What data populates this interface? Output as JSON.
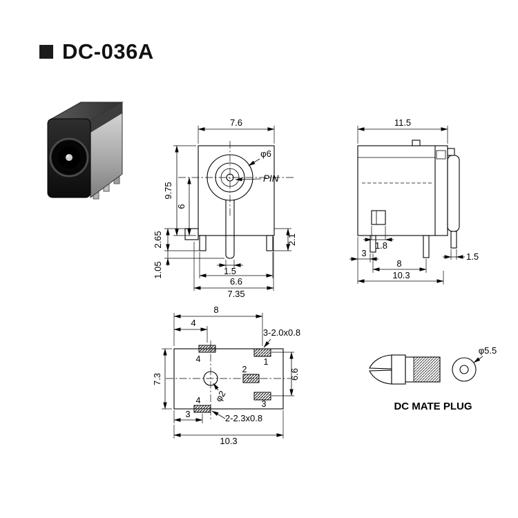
{
  "header": {
    "title": "DC-036A"
  },
  "front_view": {
    "top_width": "7.6",
    "total_height": "9.75",
    "center_height": "6",
    "flange_height": "2.65",
    "leg_height": "1.05",
    "right_step_height": "2.1",
    "pin_width": "1.5",
    "inner_width": "6.6",
    "outer_width": "7.35",
    "barrel_diameter_label": "φ6",
    "pin_label": "PIN"
  },
  "side_view": {
    "top_width": "11.5",
    "contact_width": "1.8",
    "front_leg_offset": "3",
    "leg_pitch": "8",
    "overall_depth": "10.3",
    "shield_leg_width": "1.5"
  },
  "bottom_view": {
    "pad_span": "8",
    "pad_offset": "4",
    "body_depth": "7.3",
    "pin_row_span": "6.6",
    "mount_pad_offset": "3",
    "overall_width": "10.3",
    "center_hole_label": "φ2",
    "signal_holes_note": "3-2.0x0.8",
    "mount_holes_note": "2-2.3x0.8",
    "pin_numbers": {
      "p1": "1",
      "p2": "2",
      "p3": "3",
      "p4_top": "4",
      "p4_bottom": "4"
    }
  },
  "plug_view": {
    "plug_diameter_label": "φ5.5",
    "caption": "DC MATE PLUG"
  }
}
